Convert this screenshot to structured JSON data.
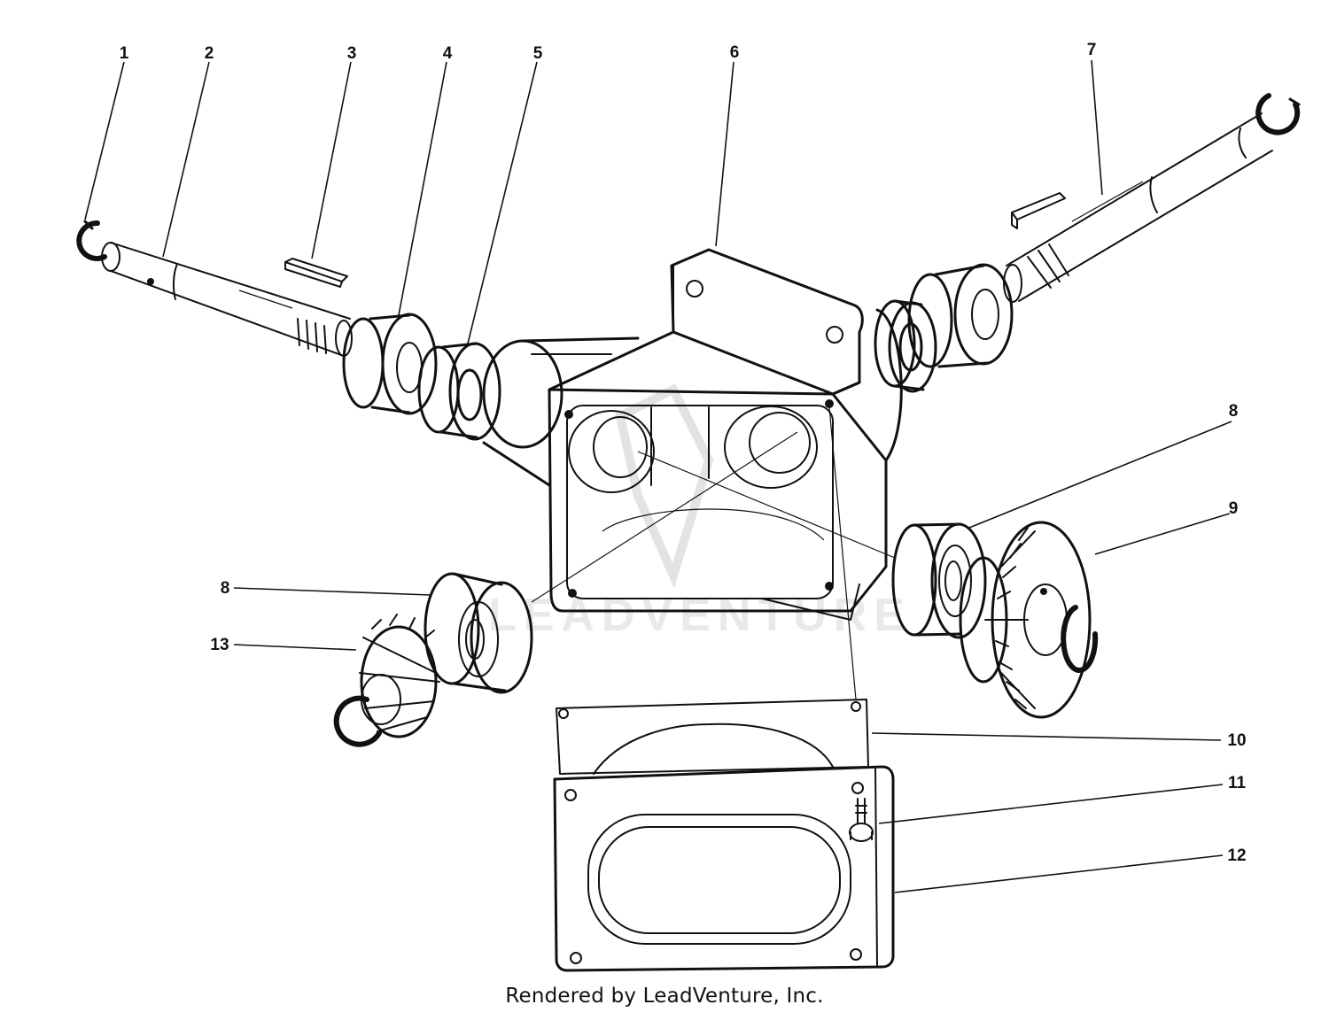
{
  "diagram": {
    "callouts": {
      "c1": "1",
      "c2": "2",
      "c3": "3",
      "c4": "4",
      "c5": "5",
      "c6": "6",
      "c7": "7",
      "c8a": "8",
      "c8b": "8",
      "c9": "9",
      "c10": "10",
      "c11": "11",
      "c12": "12",
      "c13": "13"
    },
    "watermark": "LEADVENTURE"
  },
  "footer": {
    "credit": "Rendered by LeadVenture, Inc."
  }
}
